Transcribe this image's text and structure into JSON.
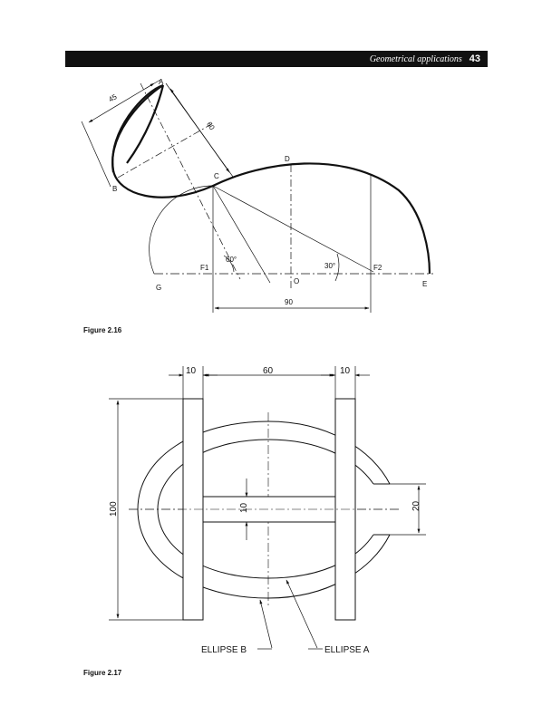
{
  "header": {
    "title": "Geometrical applications",
    "page_number": "43"
  },
  "figure_2_16": {
    "caption": "Figure 2.16",
    "points": {
      "A": "A",
      "B": "B",
      "C": "C",
      "D": "D",
      "E": "E",
      "G": "G",
      "O": "O",
      "F1": "F1",
      "F2": "F2"
    },
    "dimensions": {
      "ab": "45",
      "ac": "60",
      "f1f2": "90"
    },
    "angles": {
      "left": "60°",
      "right": "30°"
    }
  },
  "figure_2_17": {
    "caption": "Figure 2.17",
    "dimensions": {
      "top_left": "10",
      "top_middle": "60",
      "top_right": "10",
      "height": "100",
      "gap": "10",
      "opening": "20"
    },
    "labels": {
      "ellipse_b": "ELLIPSE B",
      "ellipse_a": "ELLIPSE A"
    }
  }
}
